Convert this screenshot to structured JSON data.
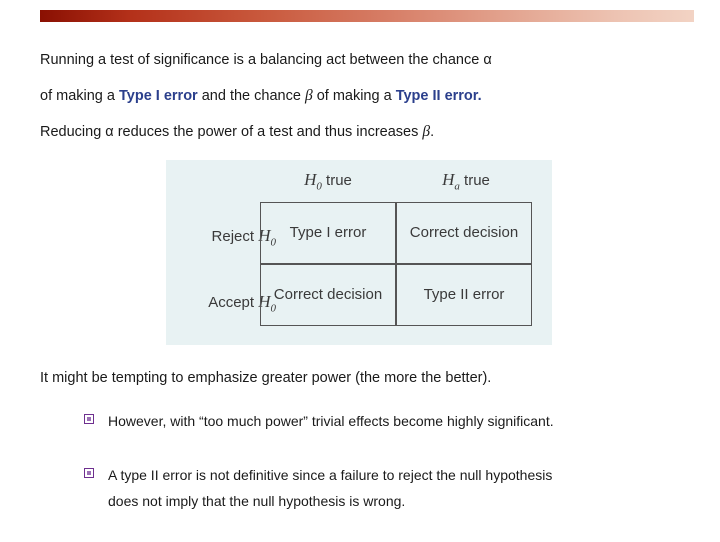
{
  "slide": {
    "paragraphs": {
      "line1_part1": "Running a test of significance is a balancing act between the chance ",
      "line1_alpha": "α",
      "line2_part1": "of making a ",
      "line2_keyword1": "Type I error",
      "line2_part2": " and the chance ",
      "line2_beta": "β",
      "line2_part3": " of making a ",
      "line2_keyword2": "Type II error.",
      "line3_part1": "Reducing ",
      "line3_alpha": "α",
      "line3_part2": " reduces the power of a test and thus increases ",
      "line3_beta": "β",
      "line3_part3": "."
    },
    "figure": {
      "col_headers": [
        {
          "symbol": "H",
          "sub": "0",
          "text": " true"
        },
        {
          "symbol": "H",
          "sub": "a",
          "text": " true"
        }
      ],
      "row_headers": [
        {
          "text": "Reject ",
          "symbol": "H",
          "sub": "0"
        },
        {
          "text": "Accept ",
          "symbol": "H",
          "sub": "0"
        }
      ],
      "cells": [
        "Type I error",
        "Correct decision",
        "Correct decision",
        "Type II error"
      ]
    },
    "lower_text": "It might be tempting to emphasize greater power (the more the better).",
    "bullets": [
      {
        "line1": "However, with “too much power” trivial effects become highly significant.",
        "line2": ""
      },
      {
        "line1": "A type II error is not definitive since a failure to reject the null hypothesis",
        "line2": "does not imply that the null hypothesis is wrong."
      }
    ],
    "colors": {
      "keyword": "#2b3f8c",
      "figure_background": "#e8f2f3",
      "bullet_marker": "#9b6fb5",
      "bar_gradient_start": "#8a1002",
      "bar_gradient_end": "#f2d3c4"
    }
  }
}
